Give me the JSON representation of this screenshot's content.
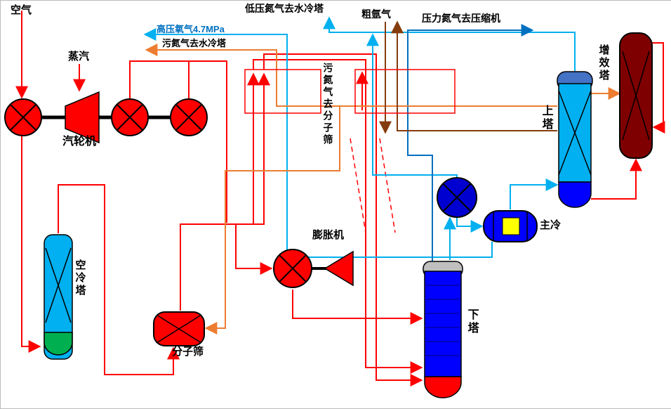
{
  "labels": {
    "air": "空气",
    "steam": "蒸汽",
    "turbine": "汽轮机",
    "hp_oxygen": "高压氧气4.7MPa",
    "waste_n2_to_cooling": "污氮气去水冷塔",
    "lp_n2_to_cooling": "低压氮气去水冷塔",
    "crude_argon": "粗氩气",
    "pressure_n2": "压力氮气去压缩机",
    "waste_n2_to_sieve": "污氮气去分子筛",
    "air_cooling_tower": "空冷塔",
    "molecular_sieve": "分子筛",
    "expander": "膨胀机",
    "lower_column": "下塔",
    "upper_column": "上塔",
    "main_condenser": "主冷",
    "booster_tower": "增效塔"
  },
  "colors": {
    "red": "#FF0000",
    "dark_red": "#7F0000",
    "cyan": "#00B0F0",
    "medium_blue": "#4472C4",
    "dark_blue": "#0000FF",
    "pump_blue": "#0000D0",
    "blue": "#0070C0",
    "orange": "#ED7D31",
    "brown": "#843C0C",
    "green": "#00B050",
    "gray": "#BFBFBF",
    "yellow": "#FFFF00",
    "label_blue": "#0070C0"
  }
}
